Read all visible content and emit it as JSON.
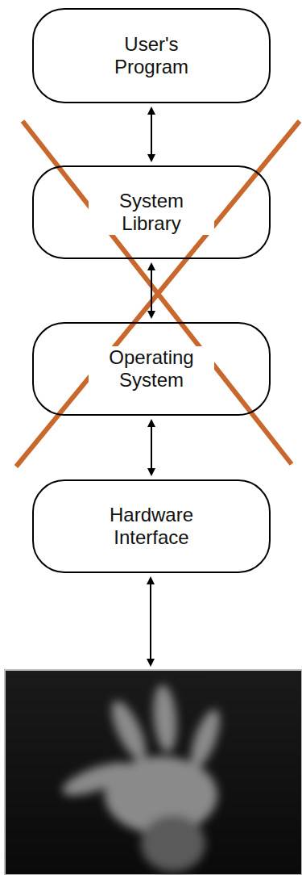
{
  "diagram": {
    "nodes": [
      {
        "text": [
          "User's Program"
        ]
      },
      {
        "text": [
          "System Library"
        ]
      },
      {
        "text": [
          "Operating System"
        ]
      },
      {
        "text": [
          "Hardware Interface"
        ]
      }
    ],
    "edges": [
      {
        "from": 0,
        "to": 1,
        "arrow": "both"
      },
      {
        "from": 1,
        "to": 2,
        "arrow": "both"
      },
      {
        "from": 2,
        "to": 3,
        "arrow": "both"
      }
    ]
  }
}
